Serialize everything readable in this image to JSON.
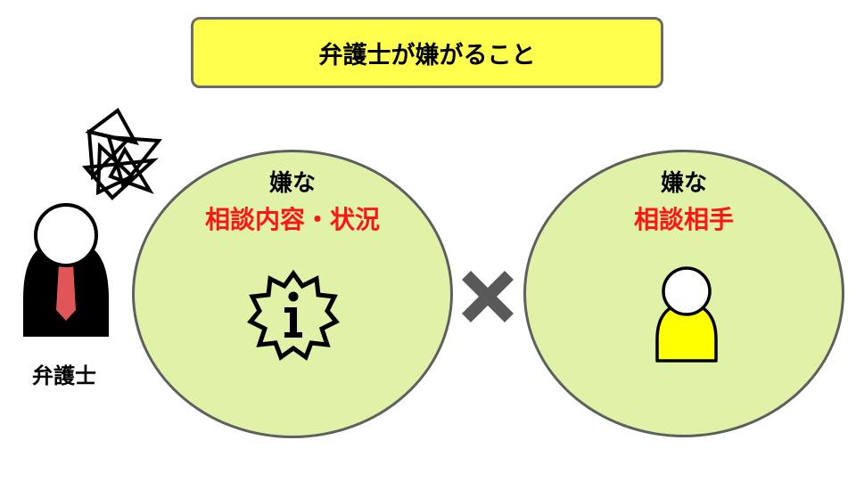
{
  "title": {
    "text": "弁護士が嫌がること",
    "background_color": "#ffff4d",
    "border_color": "#6b6b6b"
  },
  "lawyer": {
    "label": "弁護士",
    "icon": "lawyer-figure-icon",
    "tie_color": "#e05555",
    "body_color": "#000000",
    "stress_icon": "scribble-stress-icon"
  },
  "circles": [
    {
      "label_top": "嫌な",
      "label_main": "相談内容・状況",
      "icon": "info-badge-icon",
      "fill_color": "#e0f2a8",
      "label_main_color": "#ff1414"
    },
    {
      "label_top": "嫌な",
      "label_main": "相談相手",
      "icon": "person-icon",
      "fill_color": "#e0f2a8",
      "label_main_color": "#ff1414",
      "person_body_color": "#ffff00"
    }
  ],
  "operator": {
    "icon": "multiply-icon",
    "color": "#595959"
  }
}
